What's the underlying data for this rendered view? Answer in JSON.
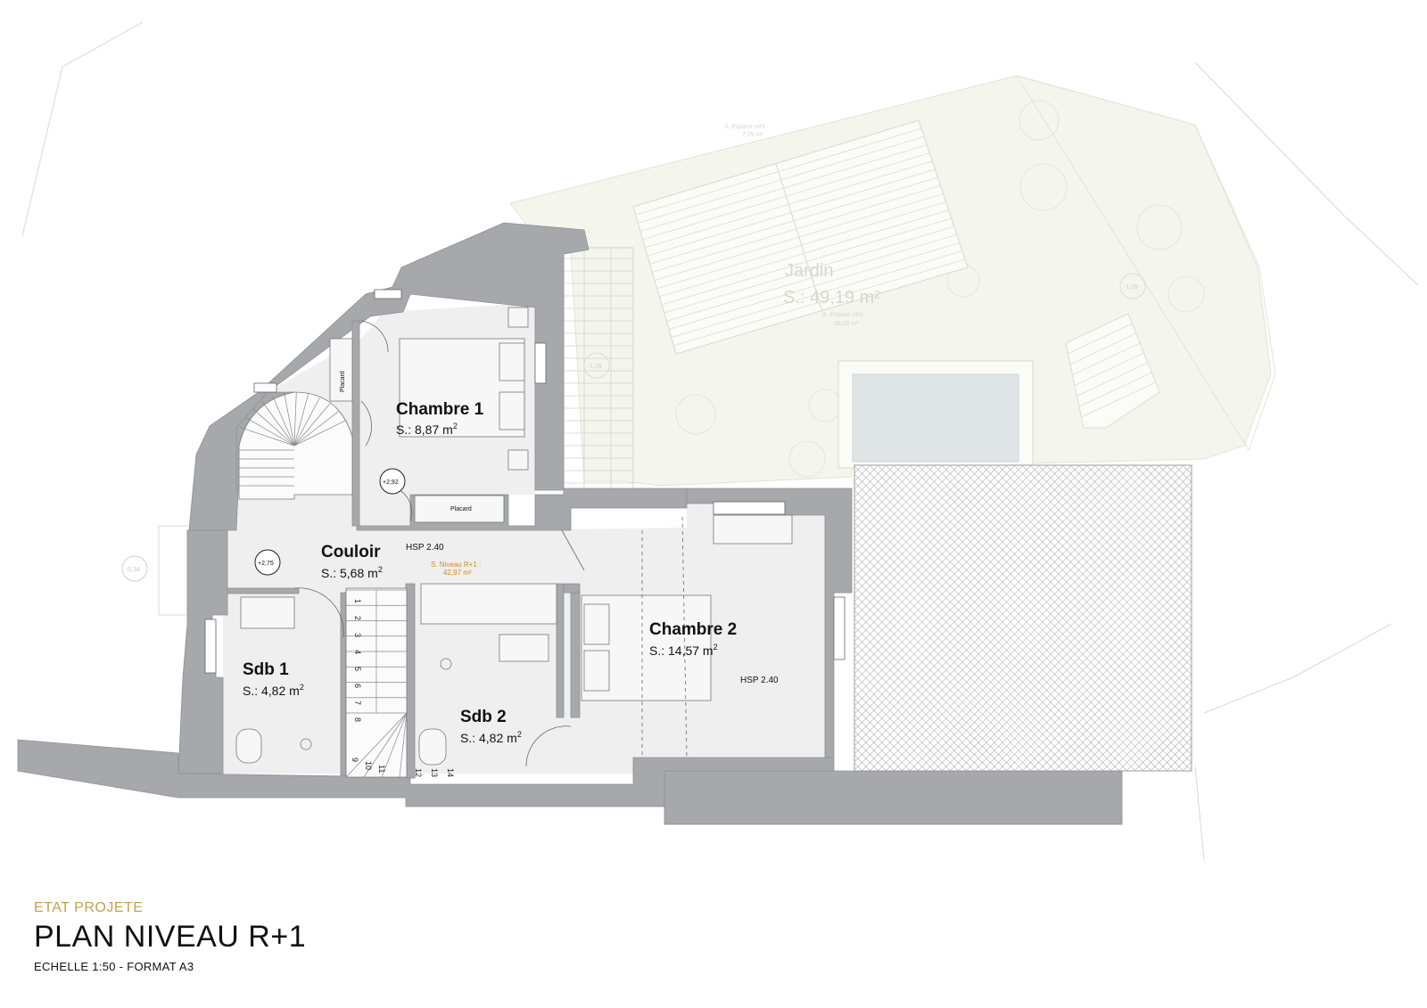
{
  "title_block": {
    "kicker": "ETAT PROJETE",
    "title": "PLAN NIVEAU R+1",
    "scale": "ECHELLE 1:50 - FORMAT A3"
  },
  "rooms": {
    "chambre1": {
      "name": "Chambre 1",
      "area": "S.: 8,87 m",
      "exp": "2"
    },
    "couloir": {
      "name": "Couloir",
      "area": "S.: 5,68 m",
      "exp": "2"
    },
    "chambre2": {
      "name": "Chambre 2",
      "area": "S.: 14,57 m",
      "exp": "2"
    },
    "sdb1": {
      "name": "Sdb 1",
      "area": "S.: 4,82 m",
      "exp": "2"
    },
    "sdb2": {
      "name": "Sdb 2",
      "area": "S.: 4,82 m",
      "exp": "2"
    }
  },
  "jardin": {
    "name": "Jardin",
    "area": "S.: 49,19 m²",
    "espace_vert_1_label": "S. Espace vert :",
    "espace_vert_1_value": "7,75 m²",
    "espace_vert_2_label": "S. Espace vert :",
    "espace_vert_2_value": "36,58 m²"
  },
  "labels": {
    "placard_vertical": "Placard",
    "placard_horizontal": "Placard",
    "hsp_couloir": "HSP 2.40",
    "hsp_chambre2": "HSP 2.40",
    "niveau_label": "S. Niveau R+1 :",
    "niveau_value": "42,97 m²"
  },
  "levels": {
    "l292": "+2,92",
    "l275": "+2,75",
    "lm034": "-0,34",
    "lm109_a": "-1,09",
    "lm109_b": "-1,09"
  },
  "stair_steps": [
    "1",
    "2",
    "3",
    "4",
    "5",
    "6",
    "7",
    "8",
    "9",
    "10",
    "11",
    "12",
    "13",
    "14"
  ],
  "colors": {
    "wall": "#a6a8ab",
    "floor": "#efefef",
    "garden": "#f4f5ec",
    "pool": "#dfe4e6",
    "accent_gold": "#c2a050",
    "accent_orange": "#d08a2a"
  }
}
